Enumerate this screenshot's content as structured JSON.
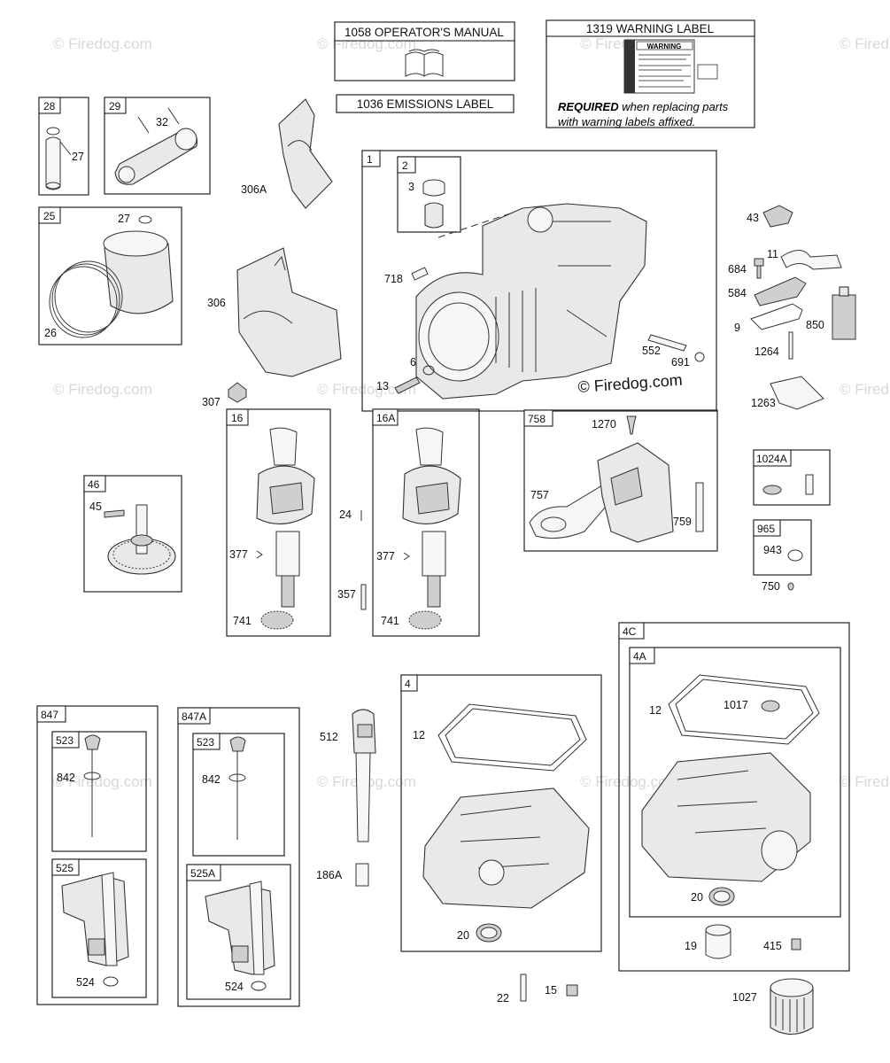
{
  "watermark": "© Firedog.com",
  "copyright": "© Firedog.com",
  "headers": {
    "operators_manual": "1058 OPERATOR'S MANUAL",
    "emissions_label": "1036 EMISSIONS LABEL",
    "warning_label": "1319 WARNING LABEL",
    "warning_word": "WARNING",
    "required_bold": "REQUIRED",
    "required_rest": " when replacing parts",
    "required_line2": "with warning labels affixed."
  },
  "groups": {
    "g28": "28",
    "g29": "29",
    "g25": "25",
    "g1": "1",
    "g2": "2",
    "g46": "46",
    "g16": "16",
    "g16a": "16A",
    "g758": "758",
    "g1024a": "1024A",
    "g965": "965",
    "g847": "847",
    "g847a": "847A",
    "g523a": "523",
    "g525": "525",
    "g523b": "523",
    "g525a": "525A",
    "g4": "4",
    "g4c": "4C",
    "g4a": "4A"
  },
  "labels": {
    "l27a": "27",
    "l32": "32",
    "l27b": "27",
    "l26": "26",
    "l306a": "306A",
    "l306": "306",
    "l307": "307",
    "l3": "3",
    "l718": "718",
    "l6": "6",
    "l13": "13",
    "l552": "552",
    "l691": "691",
    "l43": "43",
    "l11": "11",
    "l684": "684",
    "l584": "584",
    "l9": "9",
    "l850": "850",
    "l1264": "1264",
    "l1263": "1263",
    "l45": "45",
    "l24": "24",
    "l377a": "377",
    "l741a": "741",
    "l357": "357",
    "l377b": "377",
    "l741b": "741",
    "l1270": "1270",
    "l757": "757",
    "l759": "759",
    "l943": "943",
    "l750": "750",
    "l842a": "842",
    "l524a": "524",
    "l842b": "842",
    "l524b": "524",
    "l512": "512",
    "l186a": "186A",
    "l12a": "12",
    "l20a": "20",
    "l22": "22",
    "l15": "15",
    "l12b": "12",
    "l1017": "1017",
    "l20b": "20",
    "l19": "19",
    "l415": "415",
    "l1027": "1027"
  }
}
